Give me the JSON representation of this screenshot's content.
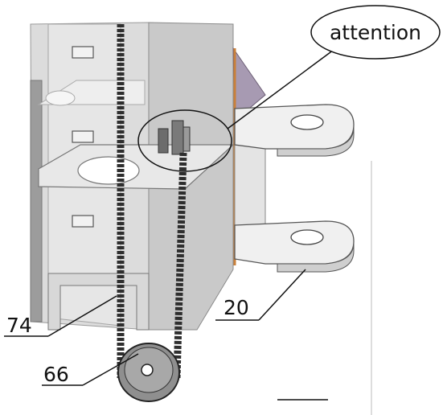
{
  "callout": {
    "text": "attention"
  },
  "labels": {
    "label_74": "74",
    "label_20": "20",
    "label_66": "66"
  },
  "colors": {
    "metal_light": "#e9e9e9",
    "metal_mid": "#d2d2d2",
    "metal_dark": "#b5b5b5",
    "chain": "#2e2e2e",
    "gusset": "#a79ab2",
    "weld": "#c9803a",
    "line": "#222222"
  }
}
